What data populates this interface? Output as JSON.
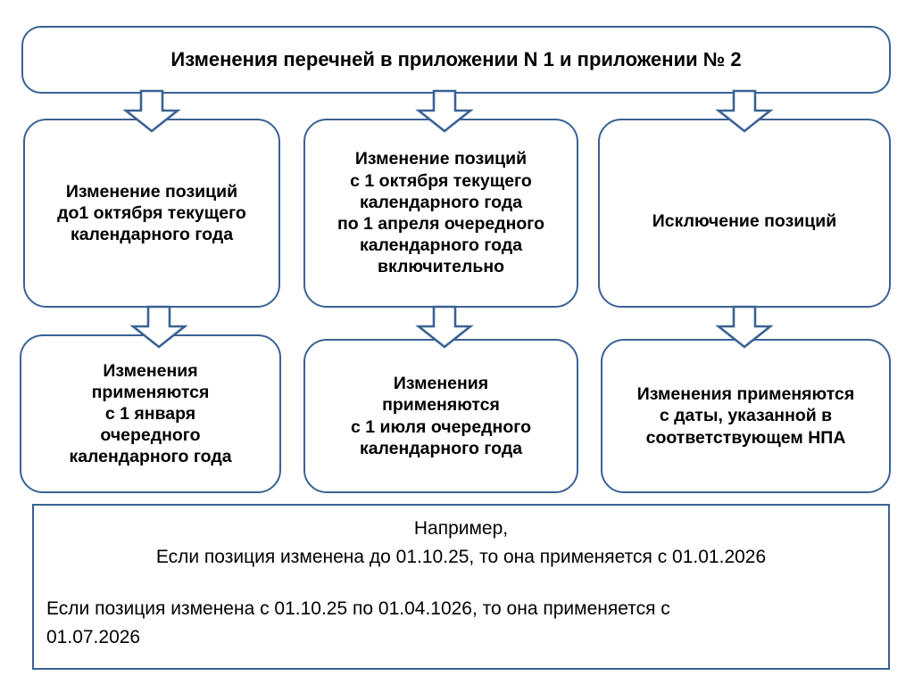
{
  "title": {
    "text": "Изменения перечней в приложении N 1 и приложении № 2"
  },
  "colors": {
    "border": "#3a6294",
    "arrow_stroke": "#3a6294",
    "fill": "#ffffff",
    "text": "#000000"
  },
  "branches": [
    {
      "id": "left",
      "condition": "Изменение позиций\nдо1 октября текущего\nкалендарного года",
      "result": "Изменения\nприменяются\nс 1 января\nочередного\nкалендарного года"
    },
    {
      "id": "middle",
      "condition": "Изменение позиций\nс 1 октября текущего\nкалендарного года\nпо 1 апреля очередного\nкалендарного года\nвключительно",
      "result": "Изменения\nприменяются\nс 1 июля очередного\nкалендарного года"
    },
    {
      "id": "right",
      "condition": "Исключение позиций",
      "result": "Изменения применяются\nс даты, указанной в\nсоответствующем НПА"
    }
  ],
  "example": {
    "heading": "Например,",
    "line1": "Если позиция изменена до 01.10.25, то она применяется с 01.01.2026",
    "line2": "Если позиция изменена с 01.10.25 по 01.04.1026, то она применяется с",
    "line3": "01.07.2026"
  },
  "arrows": [
    {
      "name": "arrow-title-to-left",
      "from": "title",
      "to": "condition-left"
    },
    {
      "name": "arrow-title-to-middle",
      "from": "title",
      "to": "condition-middle"
    },
    {
      "name": "arrow-title-to-right",
      "from": "title",
      "to": "condition-right"
    },
    {
      "name": "arrow-left-condition-to-result",
      "from": "condition-left",
      "to": "result-left"
    },
    {
      "name": "arrow-middle-condition-to-result",
      "from": "condition-middle",
      "to": "result-middle"
    },
    {
      "name": "arrow-right-condition-to-result",
      "from": "condition-right",
      "to": "result-right"
    }
  ]
}
